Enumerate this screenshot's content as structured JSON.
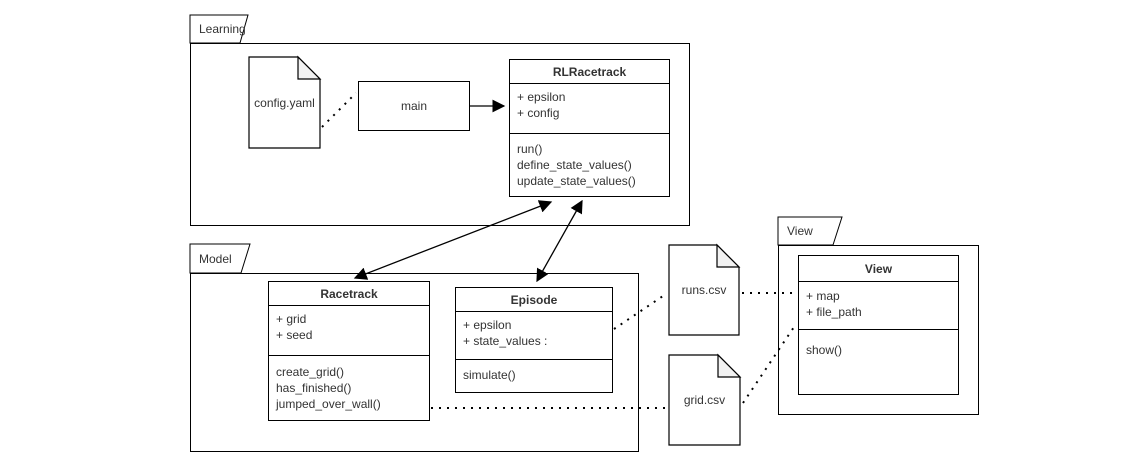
{
  "diagram": {
    "packages": {
      "learning": {
        "label": "Learning"
      },
      "model": {
        "label": "Model"
      },
      "view": {
        "label": "View"
      }
    },
    "nodes": {
      "main": {
        "label": "main"
      }
    },
    "files": {
      "config_yaml": {
        "label": "config.yaml",
        "icon": "document-folded-corner-icon"
      },
      "runs_csv": {
        "label": "runs.csv",
        "icon": "document-folded-corner-icon"
      },
      "grid_csv": {
        "label": "grid.csv",
        "icon": "document-folded-corner-icon"
      }
    },
    "classes": {
      "rlracetrack": {
        "title": "RLRacetrack",
        "attributes": [
          "+ epsilon",
          "+ config"
        ],
        "methods": [
          "run()",
          "define_state_values()",
          "update_state_values()"
        ]
      },
      "racetrack": {
        "title": "Racetrack",
        "attributes": [
          "+ grid",
          "+ seed"
        ],
        "methods": [
          "create_grid()",
          "has_finished()",
          "jumped_over_wall()"
        ]
      },
      "episode": {
        "title": "Episode",
        "attributes": [
          "+ epsilon",
          "+ state_values :"
        ],
        "methods": [
          "simulate()"
        ]
      },
      "view": {
        "title": "View",
        "attributes": [
          "+ map",
          "+ file_path"
        ],
        "methods": [
          "show()"
        ]
      }
    },
    "colors": {
      "stroke": "#000000",
      "text": "#333333",
      "shape_fill": "#ffffff",
      "fold_fill": "#f2f2f2",
      "background": "#ffffff"
    }
  }
}
